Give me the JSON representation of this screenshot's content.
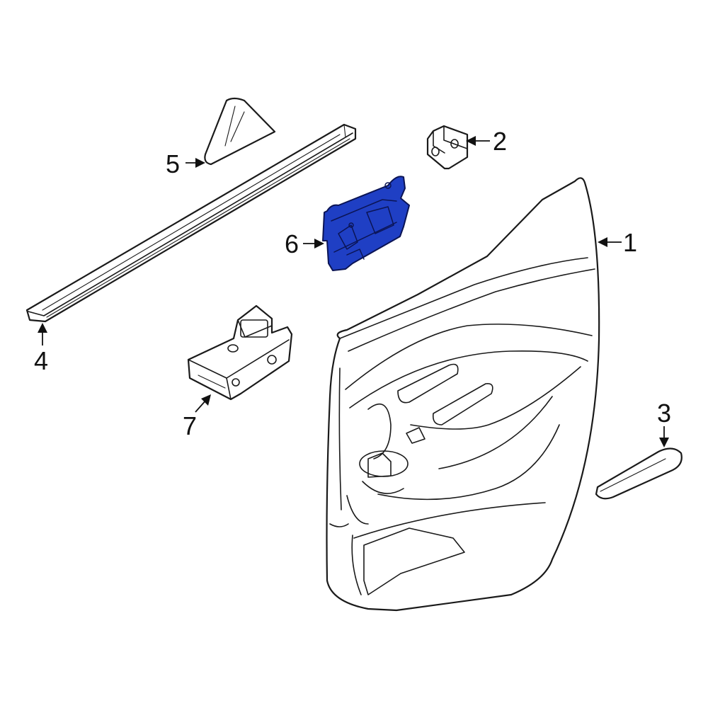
{
  "diagram": {
    "highlight_color": "#1f3fc4",
    "callouts": [
      {
        "id": "1",
        "label": "1"
      },
      {
        "id": "2",
        "label": "2"
      },
      {
        "id": "3",
        "label": "3"
      },
      {
        "id": "4",
        "label": "4"
      },
      {
        "id": "5",
        "label": "5"
      },
      {
        "id": "6",
        "label": "6"
      },
      {
        "id": "7",
        "label": "7"
      }
    ]
  }
}
